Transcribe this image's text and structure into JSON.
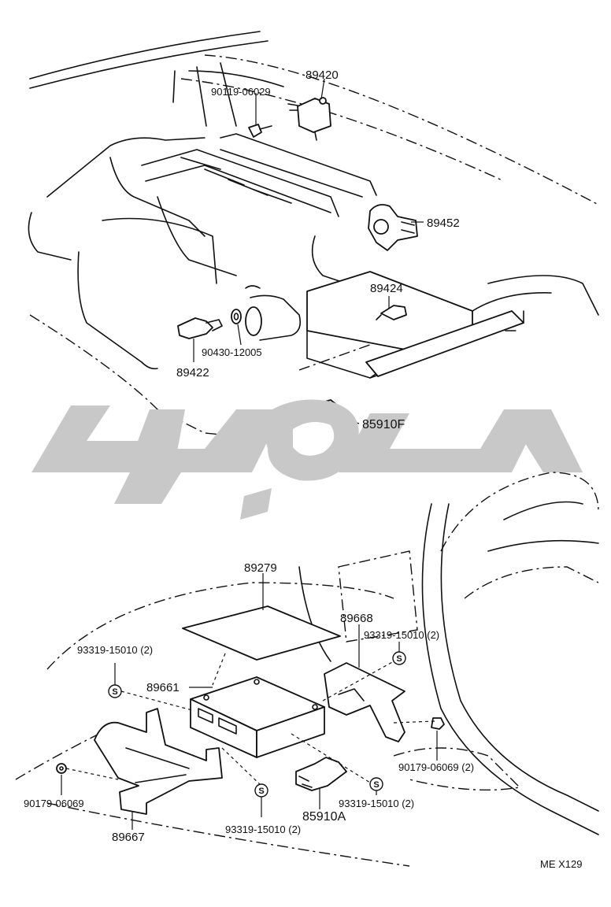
{
  "diagram": {
    "upper_labels": [
      {
        "id": "p89420",
        "text": "89420"
      },
      {
        "id": "p90119",
        "text": "90119-06029"
      },
      {
        "id": "p89452",
        "text": "89452"
      },
      {
        "id": "p89424",
        "text": "89424"
      },
      {
        "id": "p90430",
        "text": "90430-12005"
      },
      {
        "id": "p89422",
        "text": "89422"
      },
      {
        "id": "p85910F",
        "text": "85910F"
      }
    ],
    "lower_labels": [
      {
        "id": "p89279",
        "text": "89279"
      },
      {
        "id": "p89668",
        "text": "89668"
      },
      {
        "id": "p93319a",
        "text": "93319-15010 (2)"
      },
      {
        "id": "p93319b",
        "text": "93319-15010 (2)"
      },
      {
        "id": "p89661",
        "text": "89661"
      },
      {
        "id": "p90179a",
        "text": "90179-06069 (2)"
      },
      {
        "id": "p90179b",
        "text": "90179-06069"
      },
      {
        "id": "p93319c",
        "text": "93319-15010 (2)"
      },
      {
        "id": "p85910A",
        "text": "85910A"
      },
      {
        "id": "p93319d",
        "text": "93319-15010 (2)"
      },
      {
        "id": "p89667",
        "text": "89667"
      }
    ],
    "symbol_letter": "S",
    "figure_code": "ME X129",
    "watermark_text": "تویوتا"
  },
  "colors": {
    "line": "#111111",
    "watermark": "#c8c8c8",
    "background": "#ffffff"
  }
}
